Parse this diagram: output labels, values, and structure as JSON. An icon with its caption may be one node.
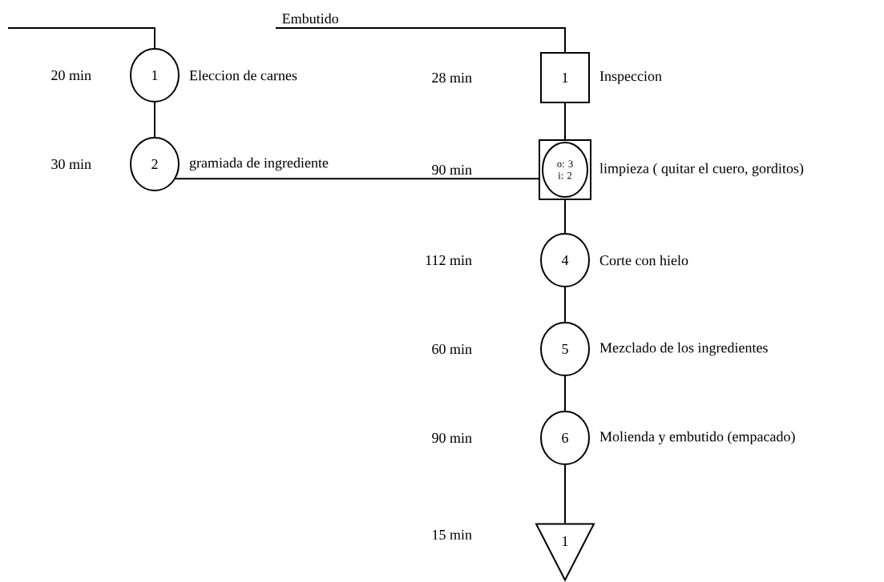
{
  "diagram": {
    "nodes": [
      {
        "text": [
          "1"
        ],
        "beside": [
          "20 min",
          "Eleccion de carnes"
        ]
      },
      {
        "text": [
          "2"
        ],
        "beside": [
          "30 min",
          "gramiada de ingrediente"
        ]
      },
      {
        "text": [
          "1"
        ],
        "beside": [
          "Inspeccion"
        ]
      },
      {
        "text": [
          "o: 3",
          "i: 2"
        ],
        "beside": [
          "limpieza ( quitar el cuero, gorditos)"
        ]
      },
      {
        "text": [
          "4"
        ],
        "beside": [
          "Corte con hielo"
        ]
      },
      {
        "text": [
          "5"
        ],
        "beside": [
          "Mezclado de los ingredientes"
        ]
      },
      {
        "text": [
          "6"
        ],
        "beside": [
          "Molienda y embutido (empacado)"
        ]
      },
      {
        "text": [
          "1"
        ]
      }
    ],
    "labels": [
      "28 min",
      "90 min",
      "112 min",
      "60 min",
      "90 min",
      "15 min"
    ],
    "edges": [
      {
        "from": null,
        "to": 0,
        "arrow": "none"
      },
      {
        "from": null,
        "to": 2,
        "arrow": "none",
        "label": "Embutido"
      },
      {
        "from": 0,
        "to": 1,
        "arrow": "none"
      },
      {
        "from": 1,
        "to": 3,
        "arrow": "none"
      },
      {
        "from": 2,
        "to": 3,
        "arrow": "none"
      },
      {
        "from": 3,
        "to": 4,
        "arrow": "none"
      },
      {
        "from": 4,
        "to": 5,
        "arrow": "none"
      },
      {
        "from": 5,
        "to": 6,
        "arrow": "none"
      },
      {
        "from": 6,
        "to": 7,
        "arrow": "none"
      }
    ]
  }
}
